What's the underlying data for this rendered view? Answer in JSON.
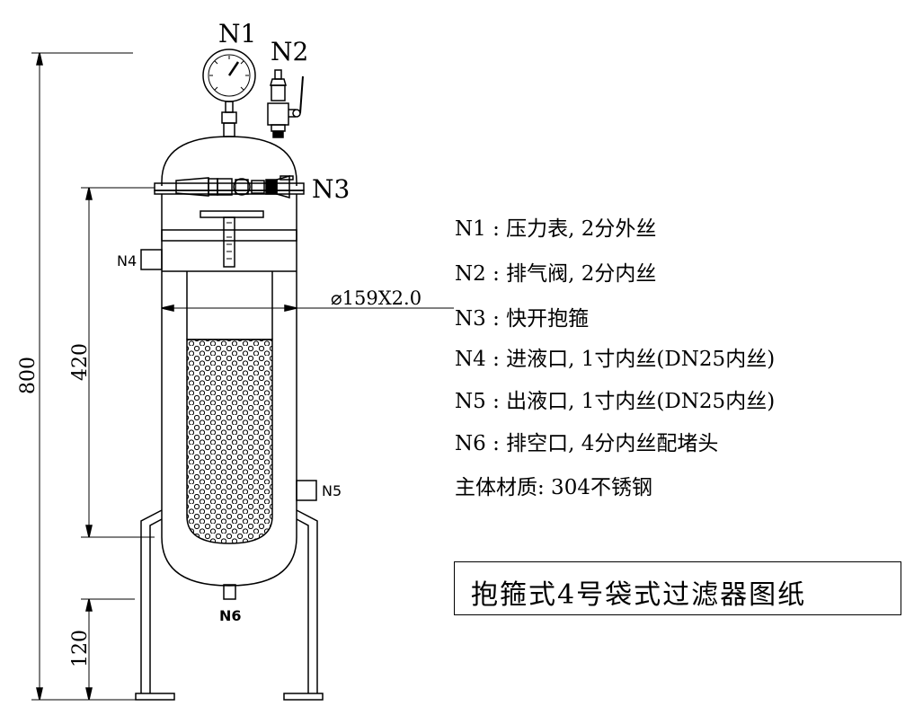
{
  "nozzle_labels": {
    "n1": "N1",
    "n2": "N2",
    "n3": "N3",
    "n4": "N4",
    "n5": "N5",
    "n6": "N6"
  },
  "dimensions": {
    "total_height": "800",
    "body_height": "420",
    "leg_height": "120",
    "diameter": "⌀159X2.0"
  },
  "legend": [
    "N1 : 压力表, 2分外丝",
    "N2 : 排气阀, 2分内丝",
    "N3 : 快开抱箍",
    "N4 : 进液口, 1寸内丝(DN25内丝)",
    "N5 : 出液口, 1寸内丝(DN25内丝)",
    "N6 : 排空口, 4分内丝配堵头",
    "主体材质: 304不锈钢"
  ],
  "title": "抱箍式4号袋式过滤器图纸"
}
